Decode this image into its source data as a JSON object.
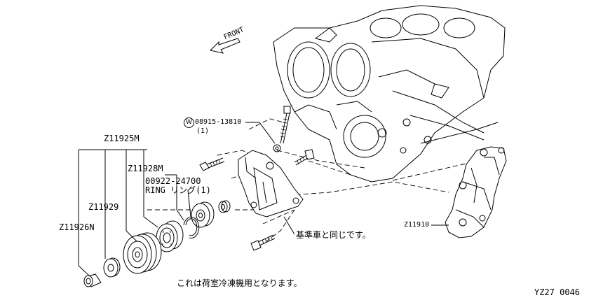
{
  "labels": {
    "front": "FRONT",
    "bolt_part_no": "08915-13810",
    "bolt_qty": "(1)",
    "bolt_washer_symbol": "W",
    "bracket_assy": "Z11925M",
    "tensioner_assy": "Z11928M",
    "ring_part_no": "00922-24700",
    "ring_desc": "RING リング(1)",
    "pulley": "Z11929",
    "cap": "Z11926N",
    "mount_bracket": "Z11910",
    "note_same": "基準車と同じです。",
    "note_refrigeration": "これは荷室冷凍機用となります。",
    "diagram_code": "YZ27 0046"
  }
}
